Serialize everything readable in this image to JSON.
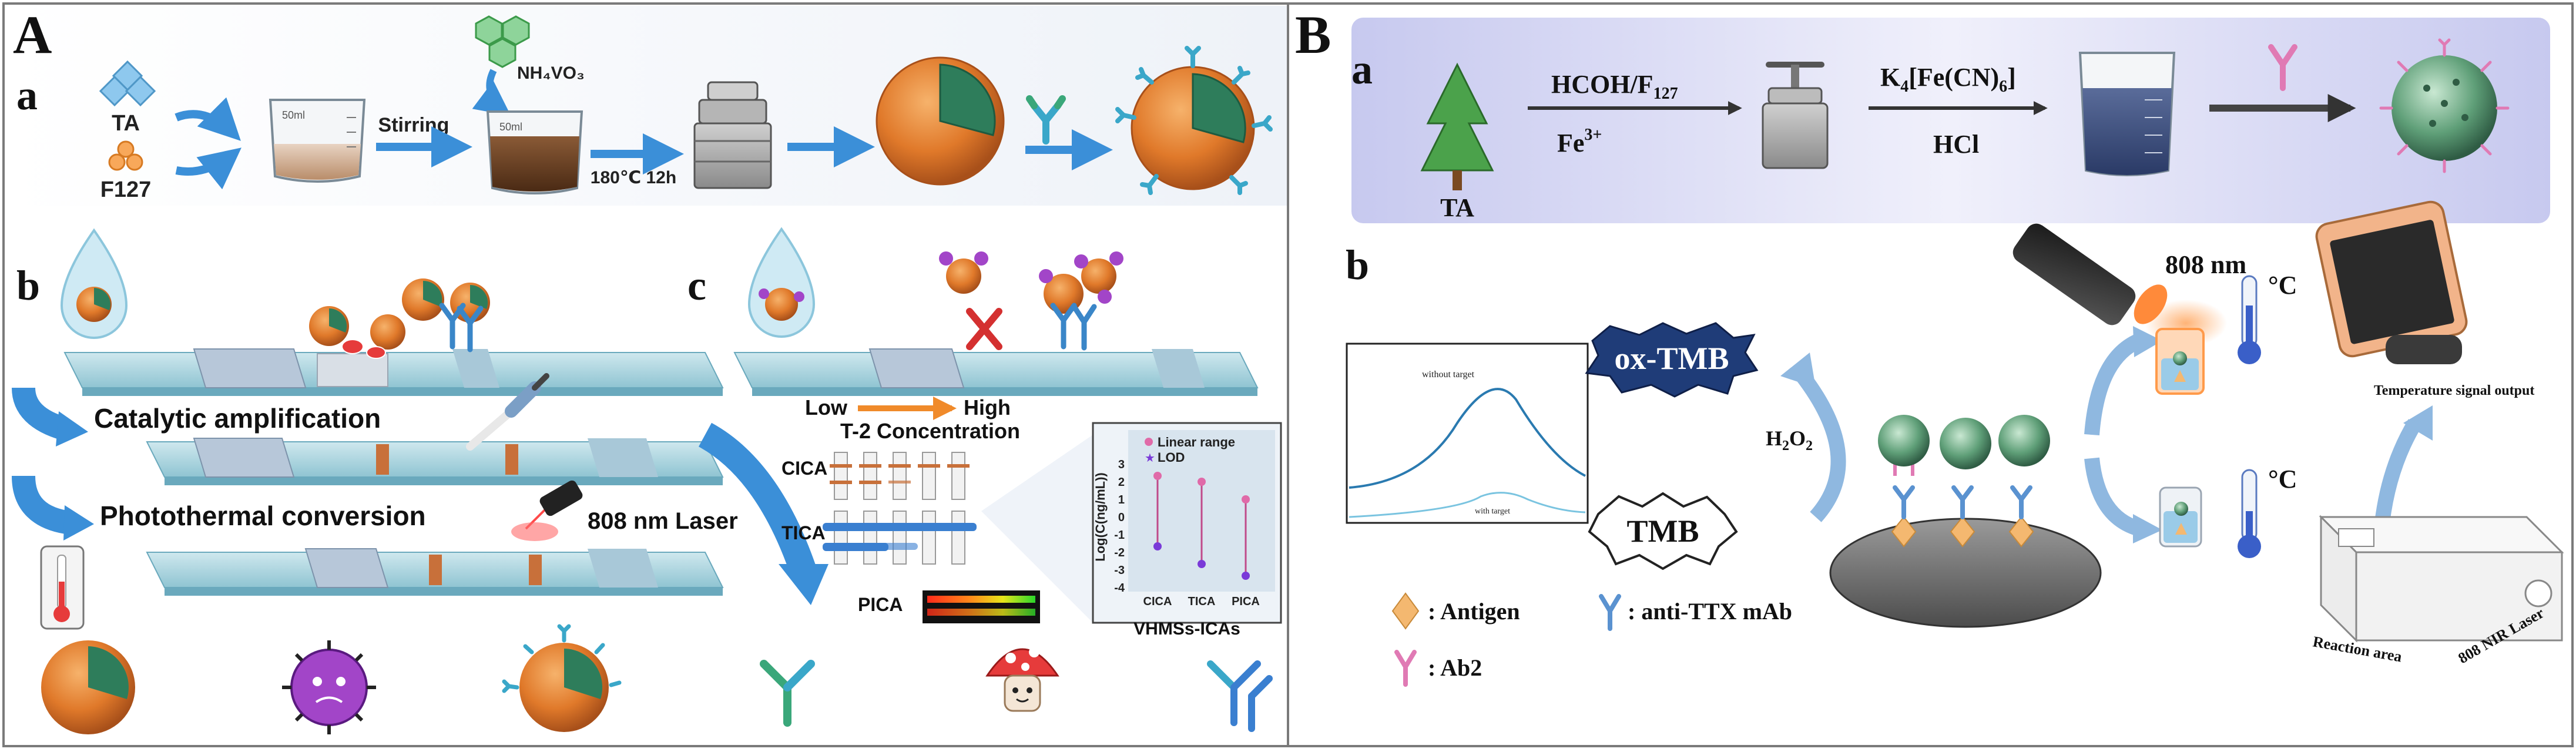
{
  "panelA": {
    "letter": "A",
    "a": {
      "letter": "a",
      "ta": "TA",
      "f127": "F127",
      "stirring": "Stirring",
      "nh4vo3": "NH₄VO₃",
      "condition": "180℃ 12h",
      "beaker_label": "50ml"
    },
    "b": {
      "letter": "b",
      "catalytic": "Catalytic amplification",
      "photothermal": "Photothermal conversion",
      "laser": "808 nm Laser"
    },
    "c": {
      "letter": "c",
      "low": "Low",
      "high": "High",
      "concentration": "T-2 Concentration",
      "cica": "CICA",
      "tica": "TICA",
      "pica": "PICA",
      "inset_legend": [
        "Linear range",
        "LOD"
      ],
      "inset_ylabel": "Log(C(ng/mL))",
      "inset_yticks": [
        "3",
        "2",
        "1",
        "0",
        "-1",
        "-2",
        "-3",
        "-4"
      ],
      "inset_xticks": [
        "CICA",
        "TICA",
        "PICA"
      ],
      "inset_title": "VHMSs-ICAs"
    }
  },
  "panelB": {
    "letter": "B",
    "a": {
      "letter": "a",
      "ta": "TA",
      "step1_top": "HCOH/F",
      "step1_top_sub": "127",
      "step1_bottom": "Fe",
      "step1_bottom_sup": "3+",
      "step2_top": "K",
      "step2_top_sub": "4",
      "step2_top_rest": "[Fe(CN)",
      "step2_top_sub2": "6",
      "step2_top_end": "]",
      "step2_bottom": "HCl"
    },
    "b": {
      "letter": "b",
      "without_target": "without target",
      "with_target": "with target",
      "ox_tmb": "ox-TMB",
      "tmb": "TMB",
      "h2o2": "H",
      "h2o2_sub": "2",
      "h2o2_o": "O",
      "h2o2_sub2": "2",
      "wavelength": "808 nm",
      "temp_unit_1": "°C",
      "temp_unit_2": "°C",
      "temp_output": "Temperature signal output",
      "reaction_area": "Reaction area",
      "nir_laser": "808 NIR Laser",
      "legend_antigen": ": Antigen",
      "legend_antittx": ": anti-TTX mAb",
      "legend_ab2": ": Ab2"
    }
  }
}
